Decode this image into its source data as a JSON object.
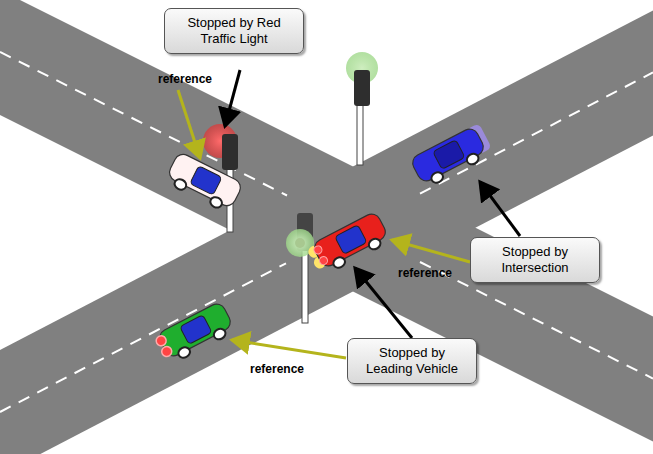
{
  "diagram": {
    "nodes": [
      {
        "text": [
          "Stopped by Red Traffic Light"
        ]
      },
      {
        "text": [
          "Stopped by Intersection"
        ]
      },
      {
        "text": [
          "Stopped by Leading Vehicle"
        ]
      }
    ],
    "labels": [
      "reference",
      "reference",
      "reference"
    ]
  }
}
